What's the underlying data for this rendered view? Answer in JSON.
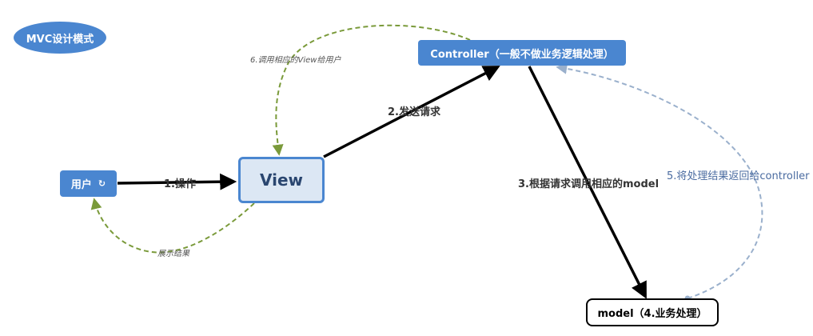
{
  "nodes": {
    "title": "MVC设计模式",
    "controller": "Controller（一般不做业务逻辑处理）",
    "user": "用户",
    "user_icon": "↻",
    "view": "View",
    "model": "model（4.业务处理）"
  },
  "edges": {
    "operate": "1.操作",
    "send_request": "2.发送请求",
    "call_model": "3.根据请求调用相应的model",
    "return_result": "5.将处理结果返回给controller",
    "call_view": "6.调用相应的View给用户",
    "show_result": "展示结果"
  },
  "colors": {
    "node_fill": "#4a86d0",
    "view_fill": "#dce7f4",
    "green_dashed": "#7a9a3a",
    "blue_dashed": "#9ab0cc",
    "arrow_black": "#000000"
  }
}
